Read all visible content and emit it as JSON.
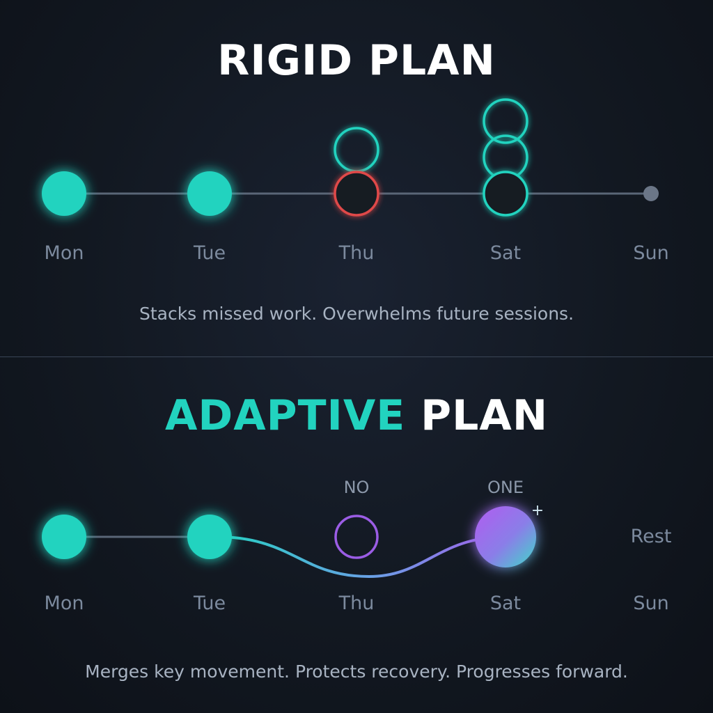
{
  "rigid": {
    "title": "RIGID PLAN",
    "caption": "Stacks missed work. Overwhelms future sessions.",
    "days": [
      "Mon",
      "Tue",
      "Thu",
      "Sat",
      "Sun"
    ]
  },
  "adaptive": {
    "title_accent": "ADAPTIVE",
    "title_plain": "PLAN",
    "caption": "Merges key movement. Protects recovery. Progresses forward.",
    "days": [
      "Mon",
      "Tue",
      "Thu",
      "Sat",
      "Sun"
    ],
    "thu_label": "NO",
    "sat_label": "ONE",
    "sat_plus": "+",
    "sun_label": "Rest"
  },
  "colors": {
    "teal": "#22d3bf",
    "red": "#e04848",
    "purple": "#9b5de5",
    "line": "#5a6677",
    "rest_dot": "#6b7687"
  }
}
